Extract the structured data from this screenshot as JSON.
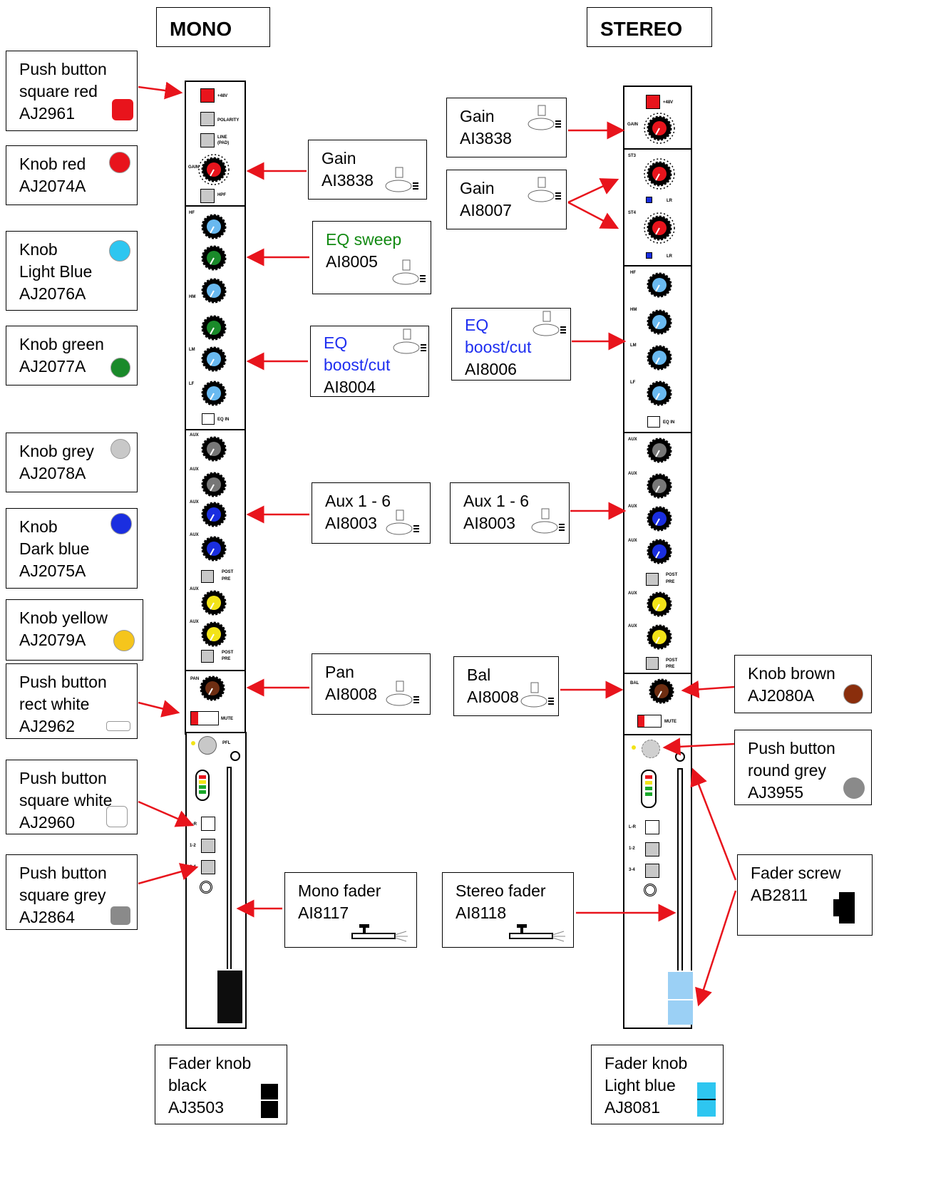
{
  "headers": {
    "mono": "MONO",
    "stereo": "STEREO"
  },
  "left_callouts": [
    {
      "lines": [
        "Push button",
        "square red",
        "AJ2961"
      ],
      "icon": "square-red-button-icon"
    },
    {
      "lines": [
        "Knob red",
        "AJ2074A"
      ],
      "icon": "red-knob-icon"
    },
    {
      "lines": [
        "Knob",
        "Light Blue",
        "AJ2076A"
      ],
      "icon": "light-blue-knob-icon"
    },
    {
      "lines": [
        "Knob green",
        "AJ2077A"
      ],
      "icon": "green-knob-icon"
    },
    {
      "lines": [
        "Knob grey",
        "AJ2078A"
      ],
      "icon": "grey-knob-icon"
    },
    {
      "lines": [
        "Knob",
        "Dark blue",
        "AJ2075A"
      ],
      "icon": "dark-blue-knob-icon"
    },
    {
      "lines": [
        "Knob yellow",
        "AJ2079A"
      ],
      "icon": "yellow-knob-icon"
    },
    {
      "lines": [
        "Push button",
        "rect white",
        "AJ2962"
      ],
      "icon": "rect-white-button-icon"
    },
    {
      "lines": [
        "Push button",
        "square white",
        "AJ2960"
      ],
      "icon": "square-white-button-icon"
    },
    {
      "lines": [
        "Push button",
        "square grey",
        "AJ2864"
      ],
      "icon": "square-grey-button-icon"
    }
  ],
  "mono_callouts": {
    "gain": {
      "lines": [
        "Gain",
        "AI3838"
      ]
    },
    "eq_sweep": {
      "lines": [
        "EQ sweep",
        "AI8005"
      ]
    },
    "eq_boost": {
      "lines": [
        "EQ",
        "boost/cut",
        "AI8004"
      ]
    },
    "aux": {
      "lines": [
        "Aux 1 - 6",
        "AI8003"
      ]
    },
    "pan": {
      "lines": [
        "Pan",
        "AI8008"
      ]
    },
    "fader": {
      "lines": [
        "Mono fader",
        "AI8117"
      ]
    },
    "fader_knob": {
      "lines": [
        "Fader knob",
        "black",
        "AJ3503"
      ]
    }
  },
  "stereo_callouts": {
    "gain_a": {
      "lines": [
        "Gain",
        "AI3838"
      ]
    },
    "gain_b": {
      "lines": [
        "Gain",
        "AI8007"
      ]
    },
    "eq_boost": {
      "lines": [
        "EQ",
        "boost/cut",
        "AI8006"
      ]
    },
    "aux": {
      "lines": [
        "Aux 1 - 6",
        "AI8003"
      ]
    },
    "bal": {
      "lines": [
        "Bal",
        "AI8008"
      ]
    },
    "fader": {
      "lines": [
        "Stereo fader",
        "AI8118"
      ]
    },
    "fader_knob": {
      "lines": [
        "Fader knob",
        "Light blue",
        "AJ8081"
      ]
    }
  },
  "right_callouts": {
    "knob_brown": {
      "lines": [
        "Knob brown",
        "AJ2080A"
      ]
    },
    "push_round": {
      "lines": [
        "Push button",
        "round grey",
        "AJ3955"
      ]
    },
    "fader_screw": {
      "lines": [
        "Fader screw",
        "AB2811"
      ]
    }
  },
  "strip_labels": {
    "p48": "+48V",
    "polarity": "POLARITY",
    "line": "LINE",
    "pad": "(PAD)",
    "gain": "GAIN",
    "hpf": "HPF",
    "hf": "HF",
    "hm": "HM",
    "lm": "LM",
    "lf": "LF",
    "eq_in": "EQ IN",
    "aux": "AUX",
    "post": "POST",
    "pre": "PRE",
    "pan": "PAN",
    "bal": "BAL",
    "mute": "MUTE",
    "pfl": "PFL",
    "st3": "ST3",
    "st4": "ST4",
    "lr": "LR",
    "mono_routes": [
      "L-R",
      "1-2",
      "3-4"
    ],
    "stereo_routes": [
      "L-R",
      "1-2",
      "3-4"
    ]
  },
  "colors": {
    "red": "#e8141c",
    "light_blue": "#69b9f0",
    "green": "#1a8a2a",
    "grey": "#777777",
    "dark_blue": "#1a2ee0",
    "yellow": "#f2e318",
    "brown": "#6e2e12",
    "eq_sweep_text": "#138a13",
    "eq_boost_text": "#1e2ef0",
    "arrow": "#e8141c",
    "fader_blue": "#9bd0f5"
  }
}
